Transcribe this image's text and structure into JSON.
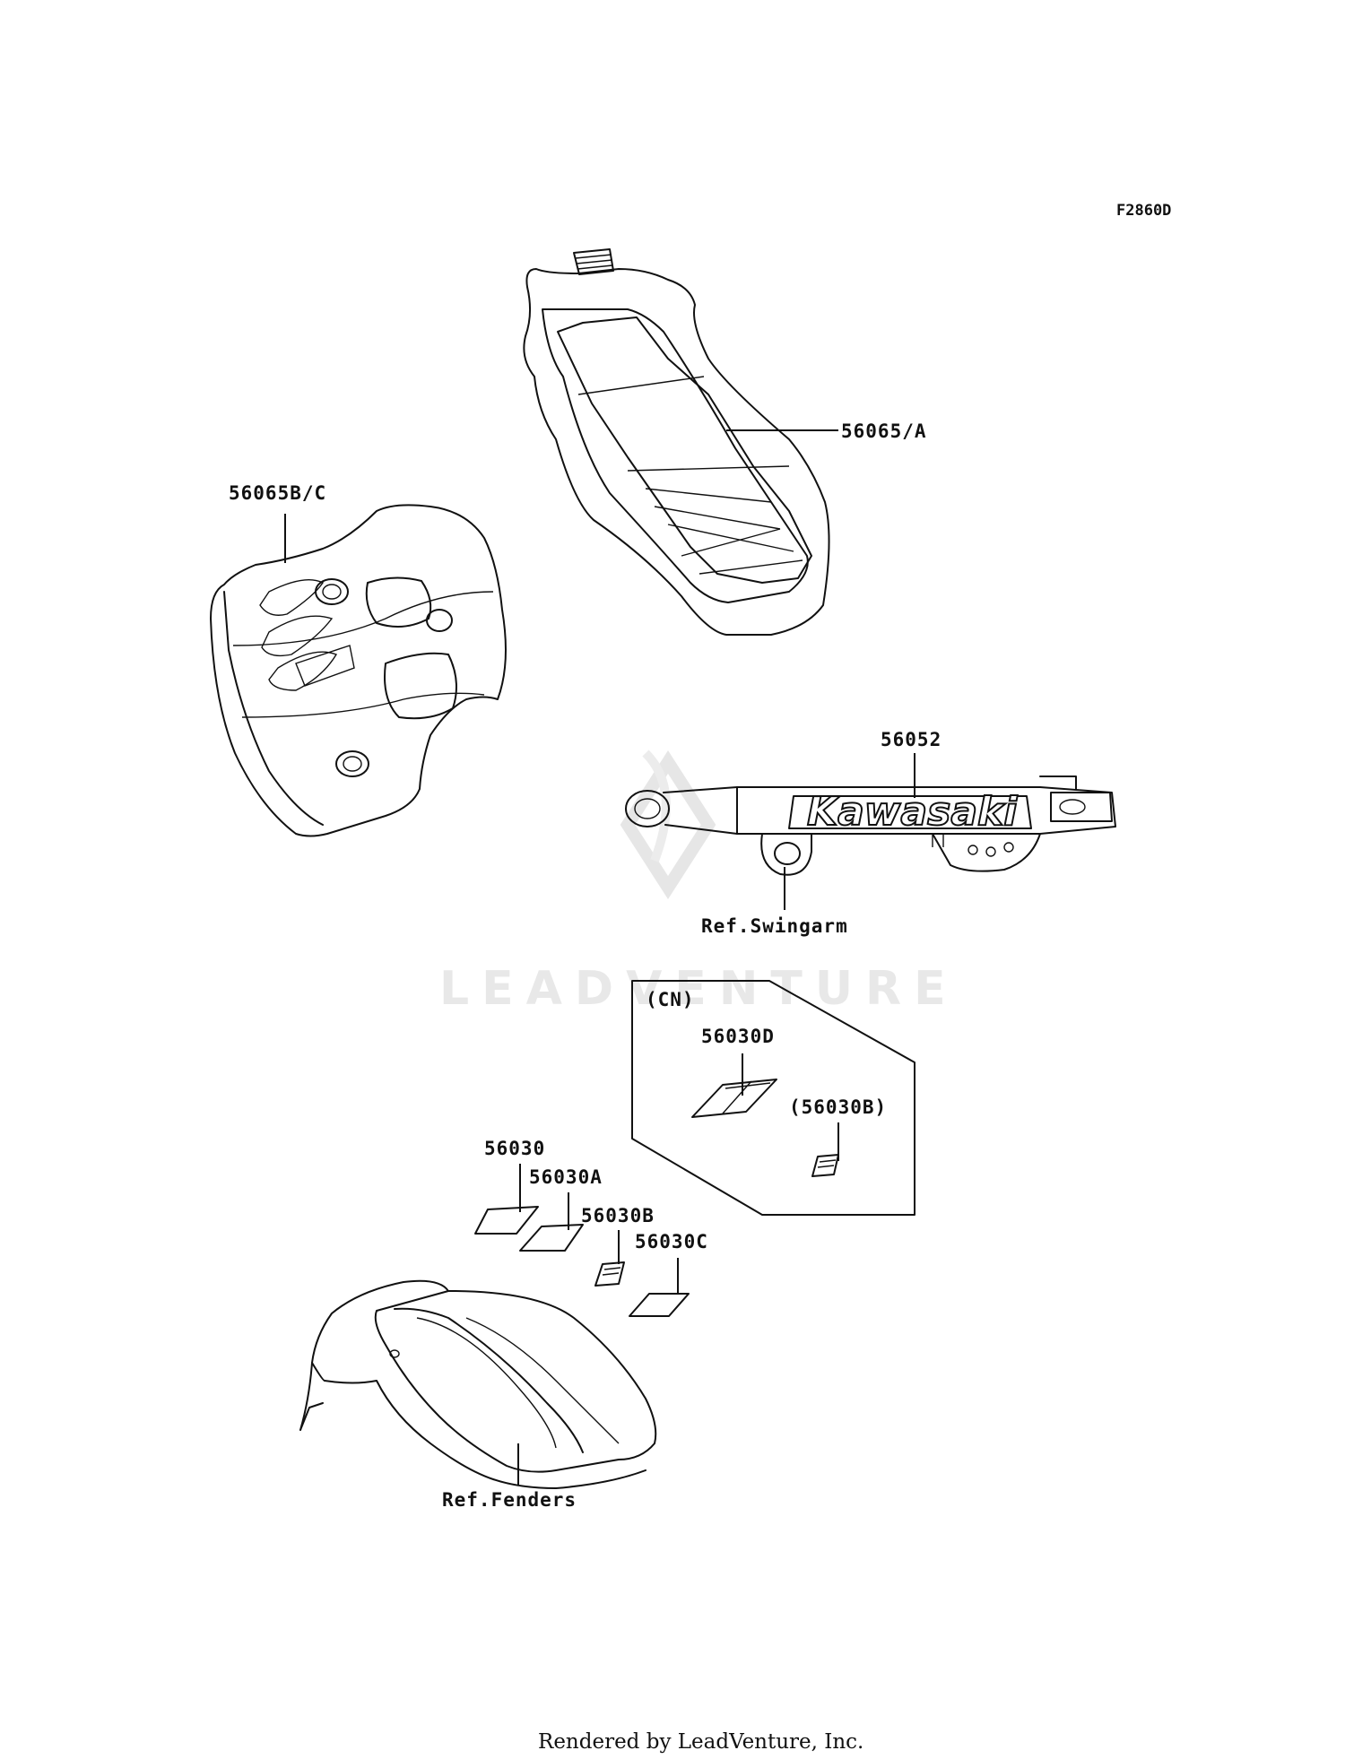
{
  "diagram_code": "F2860D",
  "labels": {
    "fuel_tank_decal": "56065/A",
    "shroud_decal": "56065B/C",
    "swingarm_decal": "56052",
    "ref_swingarm": "Ref.Swingarm",
    "cn_region": "(CN)",
    "cn_label_d": "56030D",
    "cn_label_b": "(56030B)",
    "label_56030": "56030",
    "label_56030a": "56030A",
    "label_56030b": "56030B",
    "label_56030c": "56030C",
    "ref_fenders": "Ref.Fenders"
  },
  "swingarm_logo_text": "Kawasaki",
  "watermark": "LEADVENTURE",
  "footer": "Rendered by LeadVenture, Inc."
}
